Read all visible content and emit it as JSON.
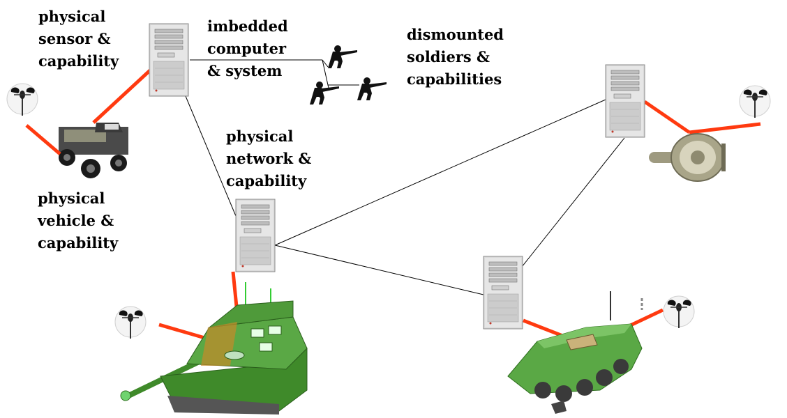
{
  "labels": {
    "sensor": [
      "physical",
      "sensor &",
      "capability"
    ],
    "computer": [
      "imbedded",
      "computer",
      "& system"
    ],
    "soldiers": [
      "dismounted",
      "soldiers &",
      "capabilities"
    ],
    "network": [
      "physical",
      "network &",
      "capability"
    ],
    "vehicle": [
      "physical",
      "vehicle &",
      "capability"
    ]
  },
  "colors": {
    "sensor_link": "#ff3a10",
    "network_link": "#000000",
    "tank_green": "#3f8a2a",
    "apc_green": "#5aa845",
    "computer_case": "#dcdcdc"
  }
}
